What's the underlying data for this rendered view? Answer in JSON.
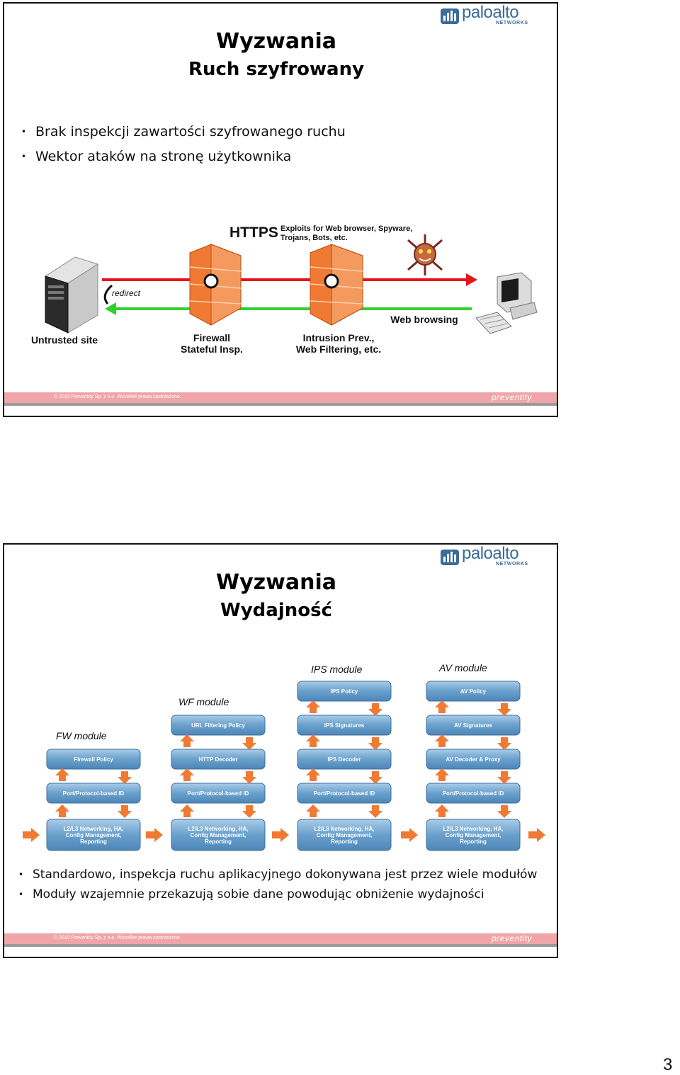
{
  "slide1": {
    "logo": {
      "word": "paloalto",
      "sub": "NETWORKS"
    },
    "title": "Wyzwania",
    "subtitle": "Ruch szyfrowany",
    "bullets": [
      "Brak inspekcji zawartości szyfrowanego ruchu",
      "Wektor ataków na stronę użytkownika"
    ],
    "diagram": {
      "protocol": "HTTPS",
      "threats_line1": "Exploits for Web browser, Spyware,",
      "threats_line2": "Trojans, Bots, etc.",
      "redirect": "redirect",
      "untrusted": "Untrusted site",
      "firewall_line1": "Firewall",
      "firewall_line2": "Stateful Insp.",
      "ips_line1": "Intrusion Prev.,",
      "ips_line2": "Web Filtering, etc.",
      "web_browsing": "Web browsing"
    },
    "footer": {
      "copyright": "© 2010 Preventity Sp. z o.o. Wszelkie prawa zastrzeżone.",
      "brand": "preventity"
    }
  },
  "slide2": {
    "logo": {
      "word": "paloalto",
      "sub": "NETWORKS"
    },
    "title": "Wyzwania",
    "subtitle": "Wydajność",
    "modules": {
      "ips": "IPS module",
      "av": "AV module",
      "wf": "WF module",
      "fw": "FW module"
    },
    "blocks": {
      "fw_policy": "Firewall Policy",
      "port_id": "Port/Protocol-based ID",
      "l2l3_line1": "L2/L3 Networking, HA,",
      "l2l3_line2": "Config Management,",
      "l2l3_line3": "Reporting",
      "url_policy": "URL Filtering Policy",
      "http_decoder": "HTTP Decoder",
      "ips_policy": "IPS Policy",
      "ips_sig": "IPS Signatures",
      "ips_decoder": "IPS Decoder",
      "av_policy": "AV Policy",
      "av_sig": "AV Signatures",
      "av_decoder": "AV Decoder & Proxy"
    },
    "bullets": [
      "Standardowo, inspekcja ruchu aplikacyjnego dokonywana jest przez wiele modułów",
      "Moduły wzajemnie przekazują sobie dane powodując obniżenie wydajności"
    ],
    "footer": {
      "copyright": "© 2010 Preventity Sp. z o.o. Wszelkie prawa zastrzeżone.",
      "brand": "preventity"
    }
  },
  "page_number": "3",
  "colors": {
    "accent_blue": "#3a6b9c",
    "red_flow": "#e8141b",
    "green_flow": "#2fd12f",
    "footer_pink": "#f0a5a8",
    "firewall_orange": "#f07a33",
    "block_blue": "#6aa0cc"
  }
}
